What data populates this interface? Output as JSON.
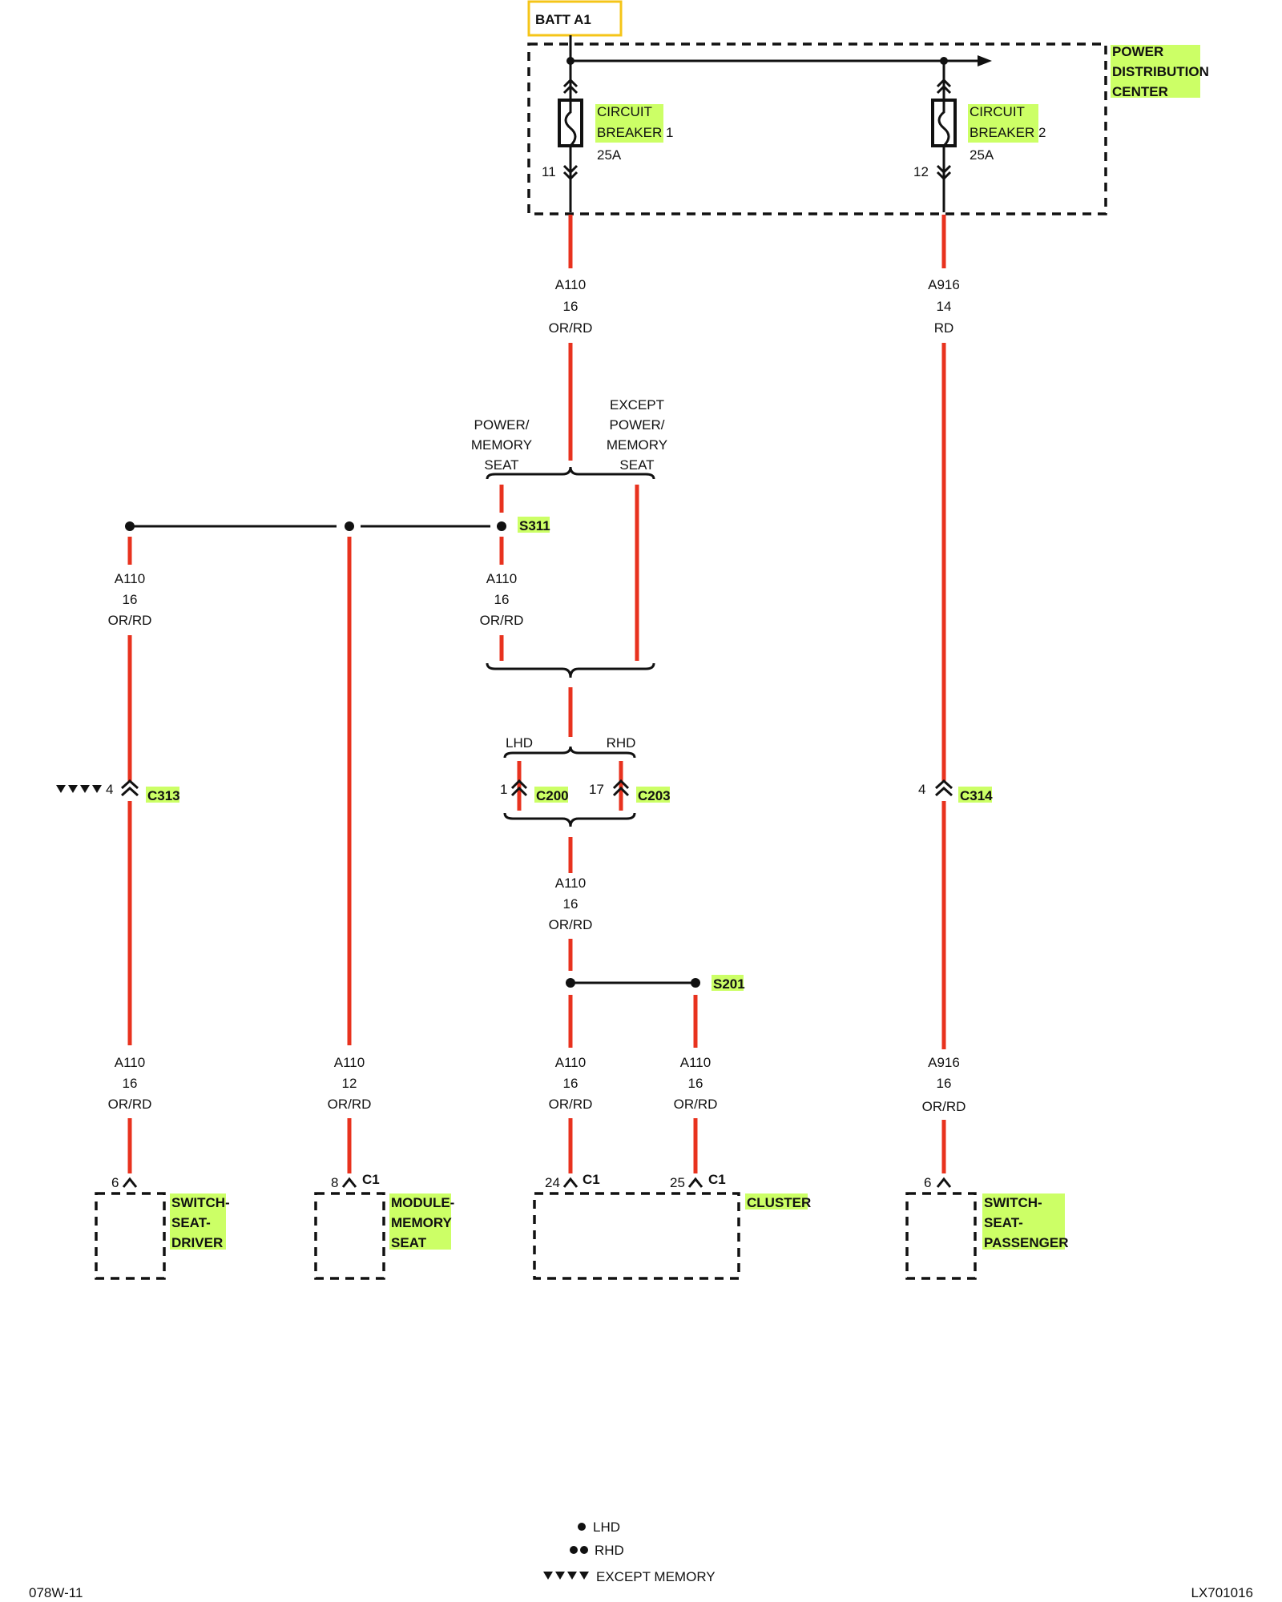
{
  "batt": "BATT A1",
  "pdc": [
    "POWER",
    "DISTRIBUTION",
    "CENTER"
  ],
  "cb1": {
    "l1": "CIRCUIT",
    "l2": "BREAKER 1",
    "amp": "25A",
    "pin": "11"
  },
  "cb2": {
    "l1": "CIRCUIT",
    "l2": "BREAKER 2",
    "amp": "25A",
    "pin": "12"
  },
  "w_a110_top": [
    "A110",
    "16",
    "OR/RD"
  ],
  "w_a916_top": [
    "A916",
    "14",
    "RD"
  ],
  "branch1": {
    "left": [
      "POWER/",
      "MEMORY",
      "SEAT"
    ],
    "right": [
      "EXCEPT",
      "POWER/",
      "MEMORY",
      "SEAT"
    ]
  },
  "s311": "S311",
  "w_left_mid": [
    "A110",
    "16",
    "OR/RD"
  ],
  "w_center_mid": [
    "A110",
    "16",
    "OR/RD"
  ],
  "hand": {
    "lhd": "LHD",
    "rhd": "RHD"
  },
  "c313": {
    "label": "C313",
    "pin": "4"
  },
  "c200": {
    "label": "C200",
    "pin": "1"
  },
  "c203": {
    "label": "C203",
    "pin": "17"
  },
  "c314": {
    "label": "C314",
    "pin": "4"
  },
  "w_center_low": [
    "A110",
    "16",
    "OR/RD"
  ],
  "s201": "S201",
  "w_b1": [
    "A110",
    "16",
    "OR/RD"
  ],
  "w_b2": [
    "A110",
    "12",
    "OR/RD"
  ],
  "w_b3": [
    "A110",
    "16",
    "OR/RD"
  ],
  "w_b4": [
    "A110",
    "16",
    "OR/RD"
  ],
  "w_b5": [
    "A916",
    "16",
    "OR/RD"
  ],
  "comp1": {
    "pin": "6",
    "label": [
      "SWITCH-",
      "SEAT-",
      "DRIVER"
    ]
  },
  "comp2": {
    "pin": "8",
    "conn": "C1",
    "label": [
      "MODULE-",
      "MEMORY",
      "SEAT"
    ]
  },
  "comp3": {
    "pin1": "24",
    "conn1": "C1",
    "pin2": "25",
    "conn2": "C1",
    "label": "CLUSTER"
  },
  "comp4": {
    "pin": "6",
    "label": [
      "SWITCH-",
      "SEAT-",
      "PASSENGER"
    ]
  },
  "legend": {
    "lhd": "LHD",
    "rhd": "RHD",
    "except": "EXCEPT MEMORY"
  },
  "footer": {
    "left": "078W-11",
    "right": "LX701016"
  },
  "colors": {
    "wire": "#e8321e",
    "highlight": "#ccff66",
    "batt_box": "#f5c518"
  }
}
